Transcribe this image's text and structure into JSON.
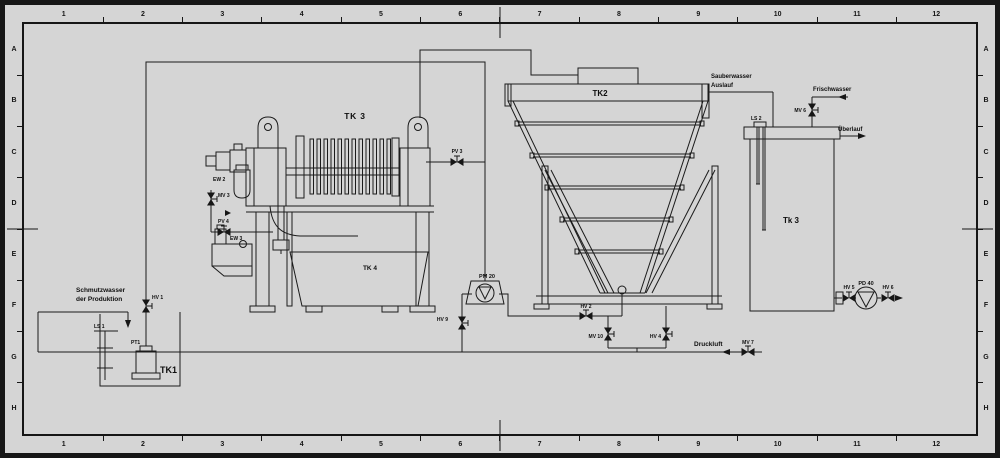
{
  "drawing": {
    "background": "#d5d5d5",
    "frame_color": "#161616",
    "line_color": "#1b1b1b",
    "text_color": "#0e0e0e"
  },
  "frame": {
    "columns": [
      "1",
      "2",
      "3",
      "4",
      "5",
      "6",
      "7",
      "8",
      "9",
      "10",
      "11",
      "12"
    ],
    "rows": [
      "A",
      "B",
      "C",
      "D",
      "E",
      "F",
      "G",
      "H"
    ]
  },
  "labels": {
    "schmutzwasser_line1": "Schmutzwasser",
    "schmutzwasser_line2": "der Produktion",
    "sauberwasser_line1": "Sauberwasser",
    "sauberwasser_line2": "Auslauf",
    "frischwasser": "Frischwasser",
    "ueberlauf": "Überlauf",
    "druckluft": "Druckluft",
    "tk1": "TK1",
    "tk2": "TK2",
    "tk3_press": "TK 3",
    "tk3_tank": "Tk 3",
    "tk4": "TK 4",
    "hv1": "HV 1",
    "hv2": "HV 2",
    "hv4": "HV 4",
    "hv5": "HV 5",
    "hv6": "HV 6",
    "hv9": "HV 9",
    "mv3": "MV 3",
    "mv6": "MV 6",
    "mv7": "MV 7",
    "mv10": "MV 10",
    "pv3": "PV 3",
    "pv4": "PV 4",
    "ls1": "LS 1",
    "ls2": "LS 2",
    "pt1": "PT1",
    "pm20": "PM 20",
    "pd40": "PD 40",
    "ew2": "EW 2",
    "ew3": "EW 3"
  }
}
